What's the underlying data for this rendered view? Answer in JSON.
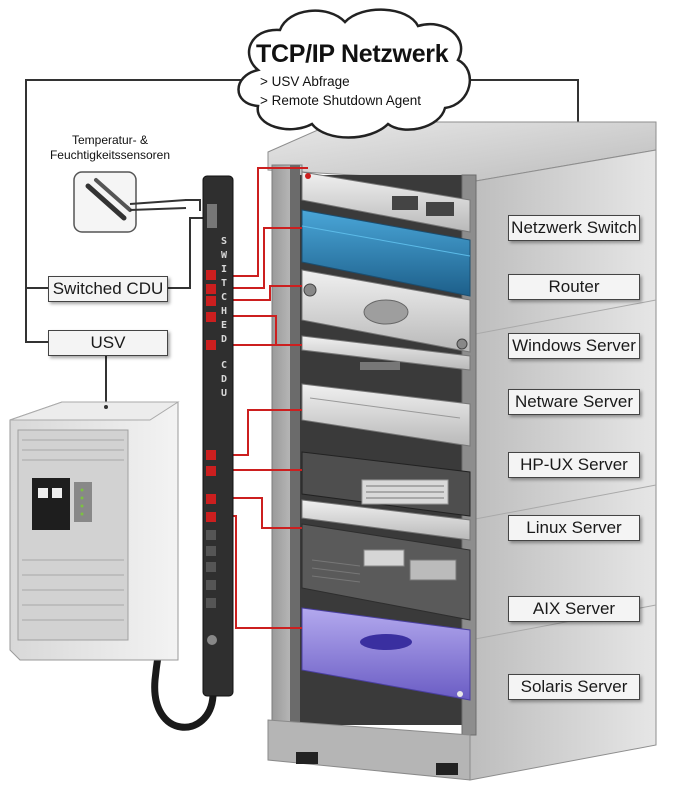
{
  "cloud": {
    "title": "TCP/IP Netzwerk",
    "line1": "> USV Abfrage",
    "line2": "> Remote Shutdown Agent"
  },
  "sensor": {
    "label_line1": "Temperatur- &",
    "label_line2": "Feuchtigkeitssensoren"
  },
  "left_labels": {
    "switched_cdu": "Switched CDU",
    "usv": "USV"
  },
  "cdu_text": [
    "S",
    "W",
    "I",
    "T",
    "C",
    "H",
    "E",
    "D",
    "C",
    "D",
    "U"
  ],
  "rack_labels": [
    "Netzwerk Switch",
    "Router",
    "Windows Server",
    "Netware Server",
    "HP-UX Server",
    "Linux Server",
    "AIX Server",
    "Solaris Server"
  ],
  "colors": {
    "power_line": "#cc1f1f",
    "network_line": "#333333",
    "rack_dark": "#2f2f2f",
    "rack_light": "#cfcfcf",
    "router_blue": "#2a7fb0",
    "solaris_purple": "#8a7fd6"
  }
}
